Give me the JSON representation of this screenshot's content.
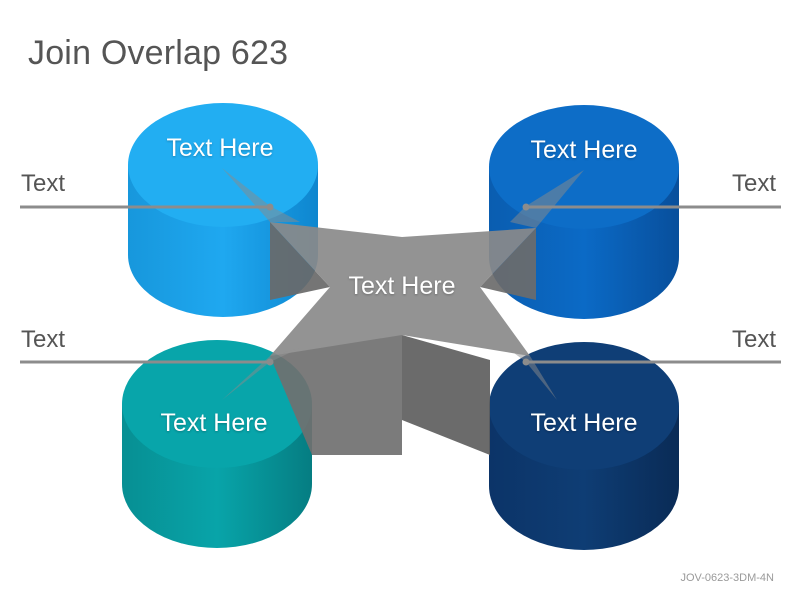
{
  "title": "Join Overlap 623",
  "footer": "JOV-0623-3DM-4N",
  "center": {
    "label": "Text Here",
    "color": "#7f7f7f"
  },
  "cylinders": [
    {
      "id": "top-left",
      "label": "Text Here",
      "color": "#1ea7ef"
    },
    {
      "id": "top-right",
      "label": "Text Here",
      "color": "#0b6bc4"
    },
    {
      "id": "bottom-left",
      "label": "Text Here",
      "color": "#06a3a8"
    },
    {
      "id": "bottom-right",
      "label": "Text Here",
      "color": "#0f3f78"
    }
  ],
  "side_labels": {
    "top_left": "Text",
    "top_right": "Text",
    "bottom_left": "Text",
    "bottom_right": "Text"
  }
}
